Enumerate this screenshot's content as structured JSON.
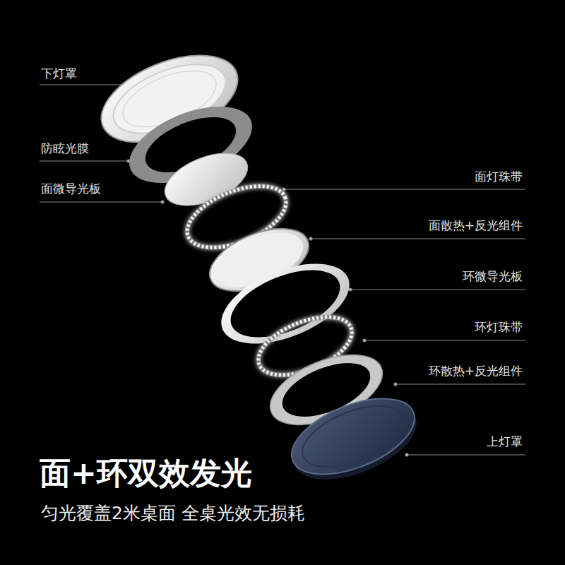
{
  "diagram": {
    "title": "面+环双效发光",
    "caption": "匀光覆盖2米桌面 全桌光效无损耗",
    "labels": [
      "下灯罩",
      "防眩光膜",
      "面微导光板",
      "面灯珠带",
      "面散热+反光组件",
      "环微导光板",
      "环灯珠带",
      "环散热+反光组件",
      "上灯罩"
    ]
  }
}
